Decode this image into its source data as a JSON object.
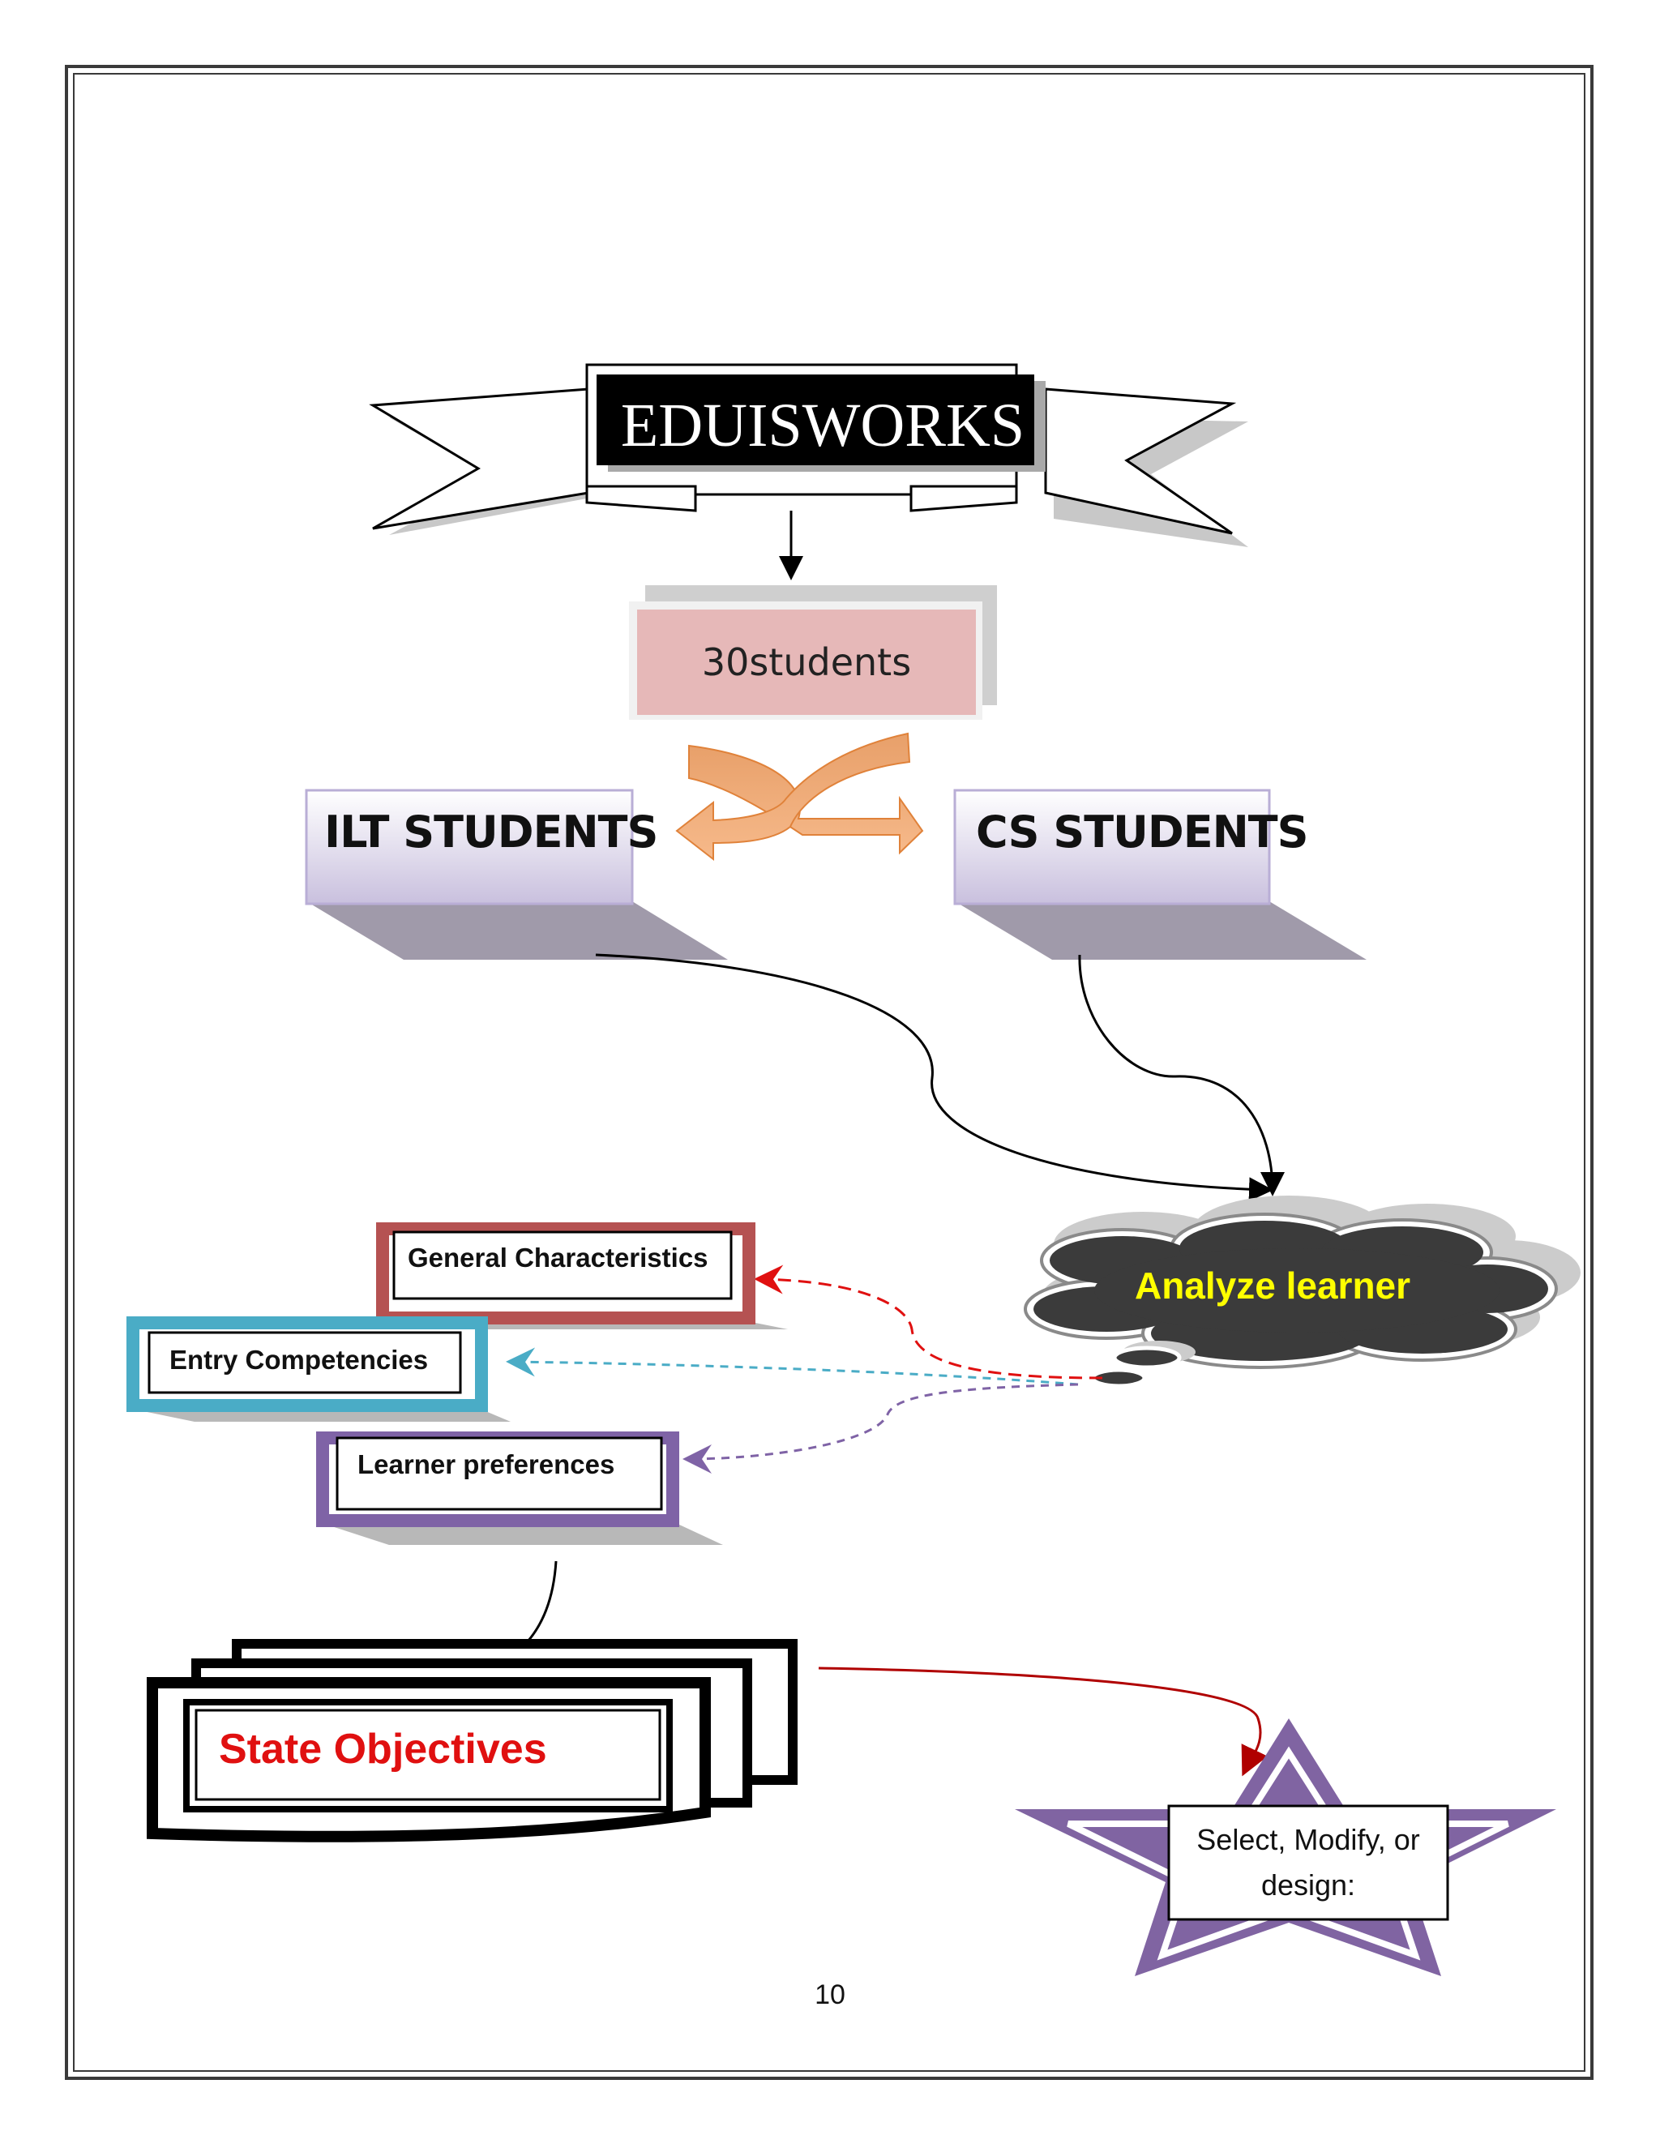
{
  "banner": {
    "title": "EDUISWORKS"
  },
  "students_box": {
    "label": "30students"
  },
  "groups": [
    {
      "label": "ILT STUDENTS"
    },
    {
      "label": "CS STUDENTS"
    }
  ],
  "analyze": {
    "label": "Analyze learner"
  },
  "characteristics": [
    {
      "label": "General Characteristics"
    },
    {
      "label": "Entry Competencies"
    },
    {
      "label": "Learner preferences"
    }
  ],
  "state_objectives": {
    "label": "State Objectives"
  },
  "select_box": {
    "label": "Select, Modify, or design:"
  },
  "page_number": "10",
  "colors": {
    "banner_fill": "#000000",
    "students_fill": "#e6b8b8",
    "group_gradient_top": "#ffffff",
    "group_gradient_bottom": "#c9c0de",
    "shadow": "#a09aaa",
    "cloud_fill": "#3b3b3b",
    "cloud_text": "#ffff00",
    "general_border": "#b55252",
    "entry_border": "#4aacc6",
    "preferences_border": "#7f63a6",
    "state_text": "#e01010",
    "star_fill": "#8064a2",
    "swap_arrows": "#f4a460"
  }
}
